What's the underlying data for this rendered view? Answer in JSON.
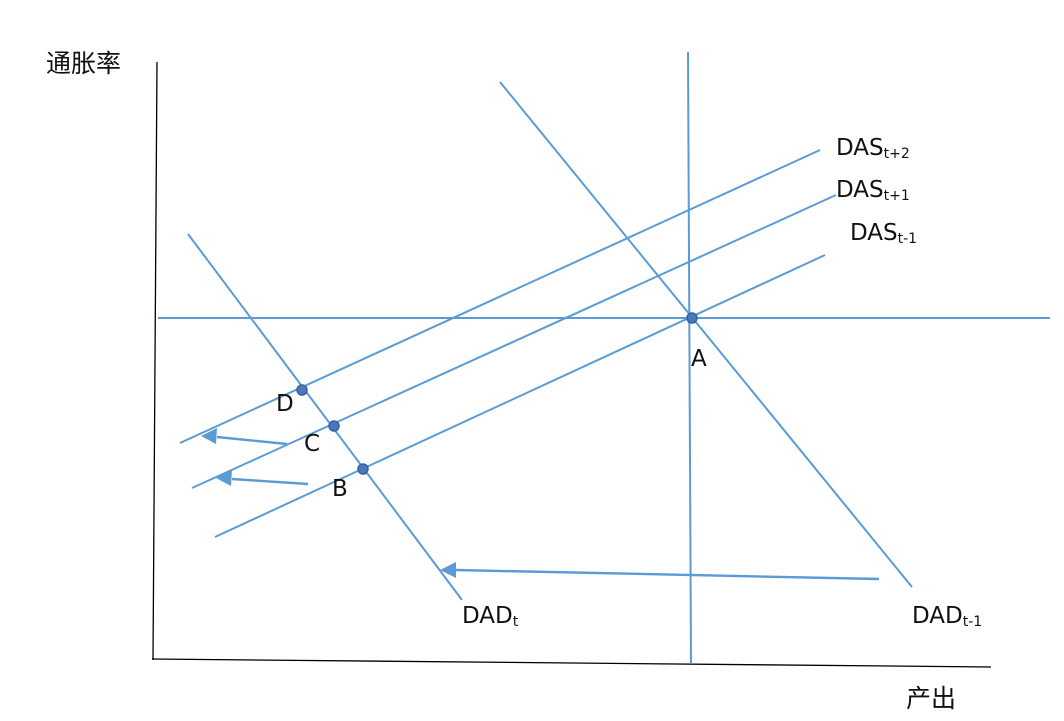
{
  "axes": {
    "y_label": "通胀率",
    "x_label": "产出"
  },
  "curves": {
    "das_t2": {
      "name": "DAS",
      "subscript": "t+2"
    },
    "das_t1": {
      "name": "DAS",
      "subscript": "t+1"
    },
    "das_tm1": {
      "name": "DAS",
      "subscript": "t-1"
    },
    "dad_t": {
      "name": "DAD",
      "subscript": "t"
    },
    "dad_tm1": {
      "name": "DAD",
      "subscript": "t-1"
    }
  },
  "points": {
    "a": "A",
    "b": "B",
    "c": "C",
    "d": "D"
  },
  "colors": {
    "line": "#5B9BD5",
    "point": "#4A78C0",
    "axis": "#000000"
  }
}
